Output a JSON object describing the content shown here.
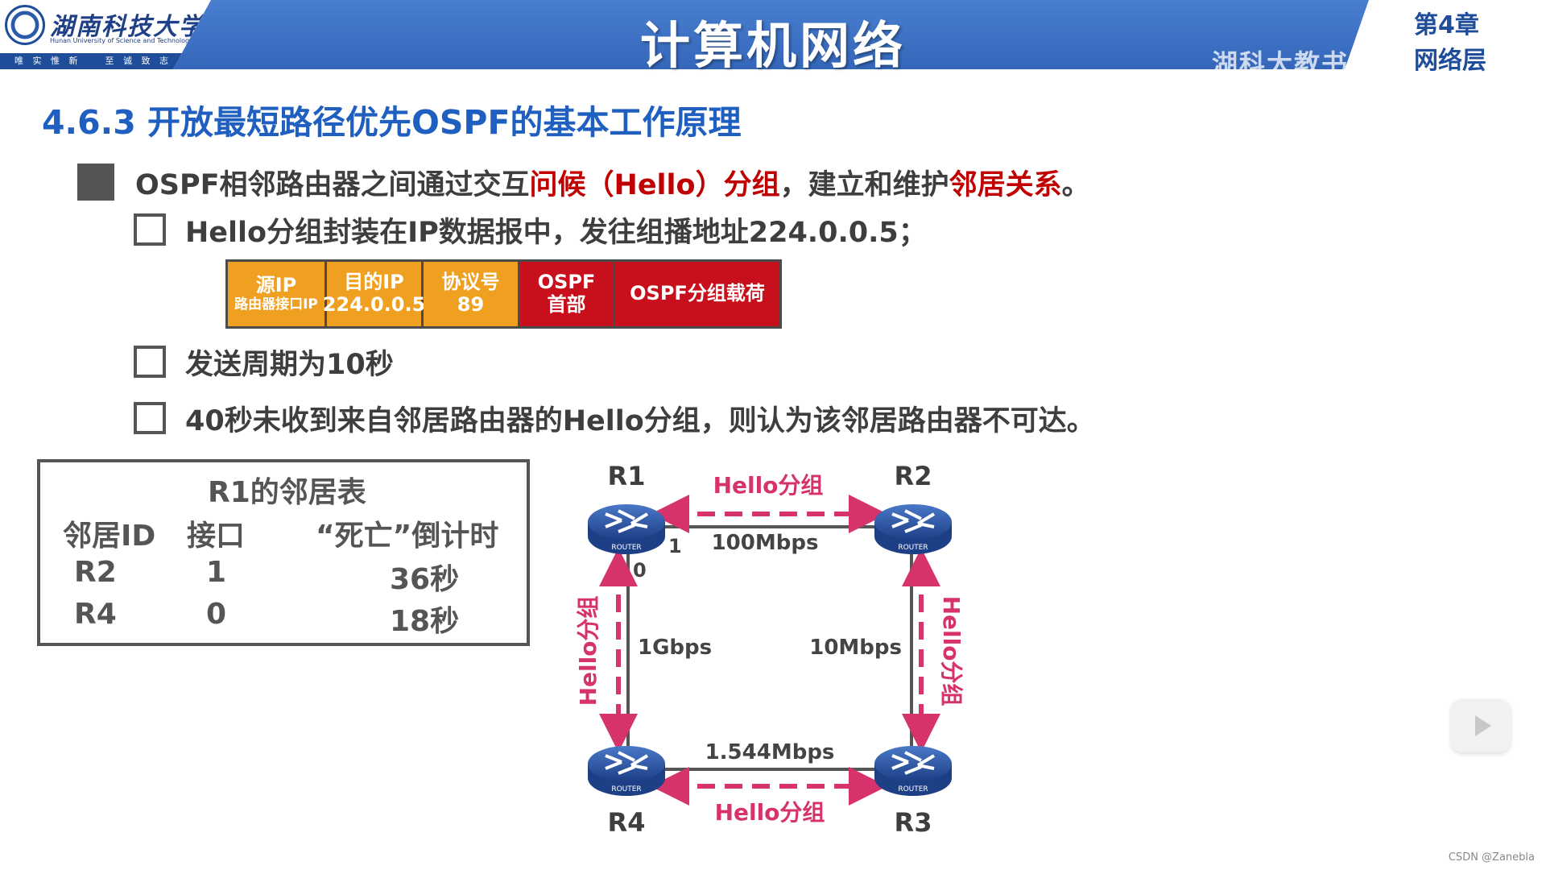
{
  "header": {
    "university_cn": "湖南科技大学",
    "university_en": "Hunan University of Science and Technology",
    "motto": "唯 实 惟 新 　 至 诚 致 志",
    "course_title": "计算机网络",
    "chapter": "第4章",
    "chapter_name": "网络层",
    "watermark": "湖科大教书匠"
  },
  "section_title": "4.6.3 开放最短路径优先OSPF的基本工作原理",
  "main_bullet": {
    "part1": "OSPF相邻路由器之间通过交互",
    "part2_red": "问候（Hello）分组",
    "part3": "，建立和维护",
    "part4_red": "邻居关系",
    "part5": "。"
  },
  "sub_bullets": [
    "Hello分组封装在IP数据报中，发往组播地址224.0.0.5；",
    "发送周期为10秒",
    "40秒未收到来自邻居路由器的Hello分组，则认为该邻居路由器不可达。"
  ],
  "packet": {
    "src_ip_label": "源IP",
    "src_ip_value": "路由器接口IP",
    "dst_ip_label": "目的IP",
    "dst_ip_value": "224.0.0.5",
    "proto_label": "协议号",
    "proto_value": "89",
    "ospf_header_l1": "OSPF",
    "ospf_header_l2": "首部",
    "ospf_payload": "OSPF分组载荷",
    "colors": {
      "ip_fields": "#f0a020",
      "ospf_fields": "#c8101c"
    }
  },
  "neighbor_table": {
    "title": "R1的邻居表",
    "headers": [
      "邻居ID",
      "接口",
      "“死亡”倒计时"
    ],
    "rows": [
      [
        "R2",
        "1",
        "36秒"
      ],
      [
        "R4",
        "0",
        "18秒"
      ]
    ]
  },
  "diagram": {
    "routers": [
      "R1",
      "R2",
      "R3",
      "R4"
    ],
    "router_icon_label": "ROUTER",
    "links": {
      "r1_r2": "100Mbps",
      "r1_r4": "1Gbps",
      "r2_r3": "10Mbps",
      "r4_r3": "1.544Mbps"
    },
    "r1_ifaces": [
      "1",
      "0"
    ],
    "hello_label": "Hello分组",
    "hello_color": "#d6336c"
  },
  "footer": {
    "csdn": "CSDN @Zanebla"
  }
}
